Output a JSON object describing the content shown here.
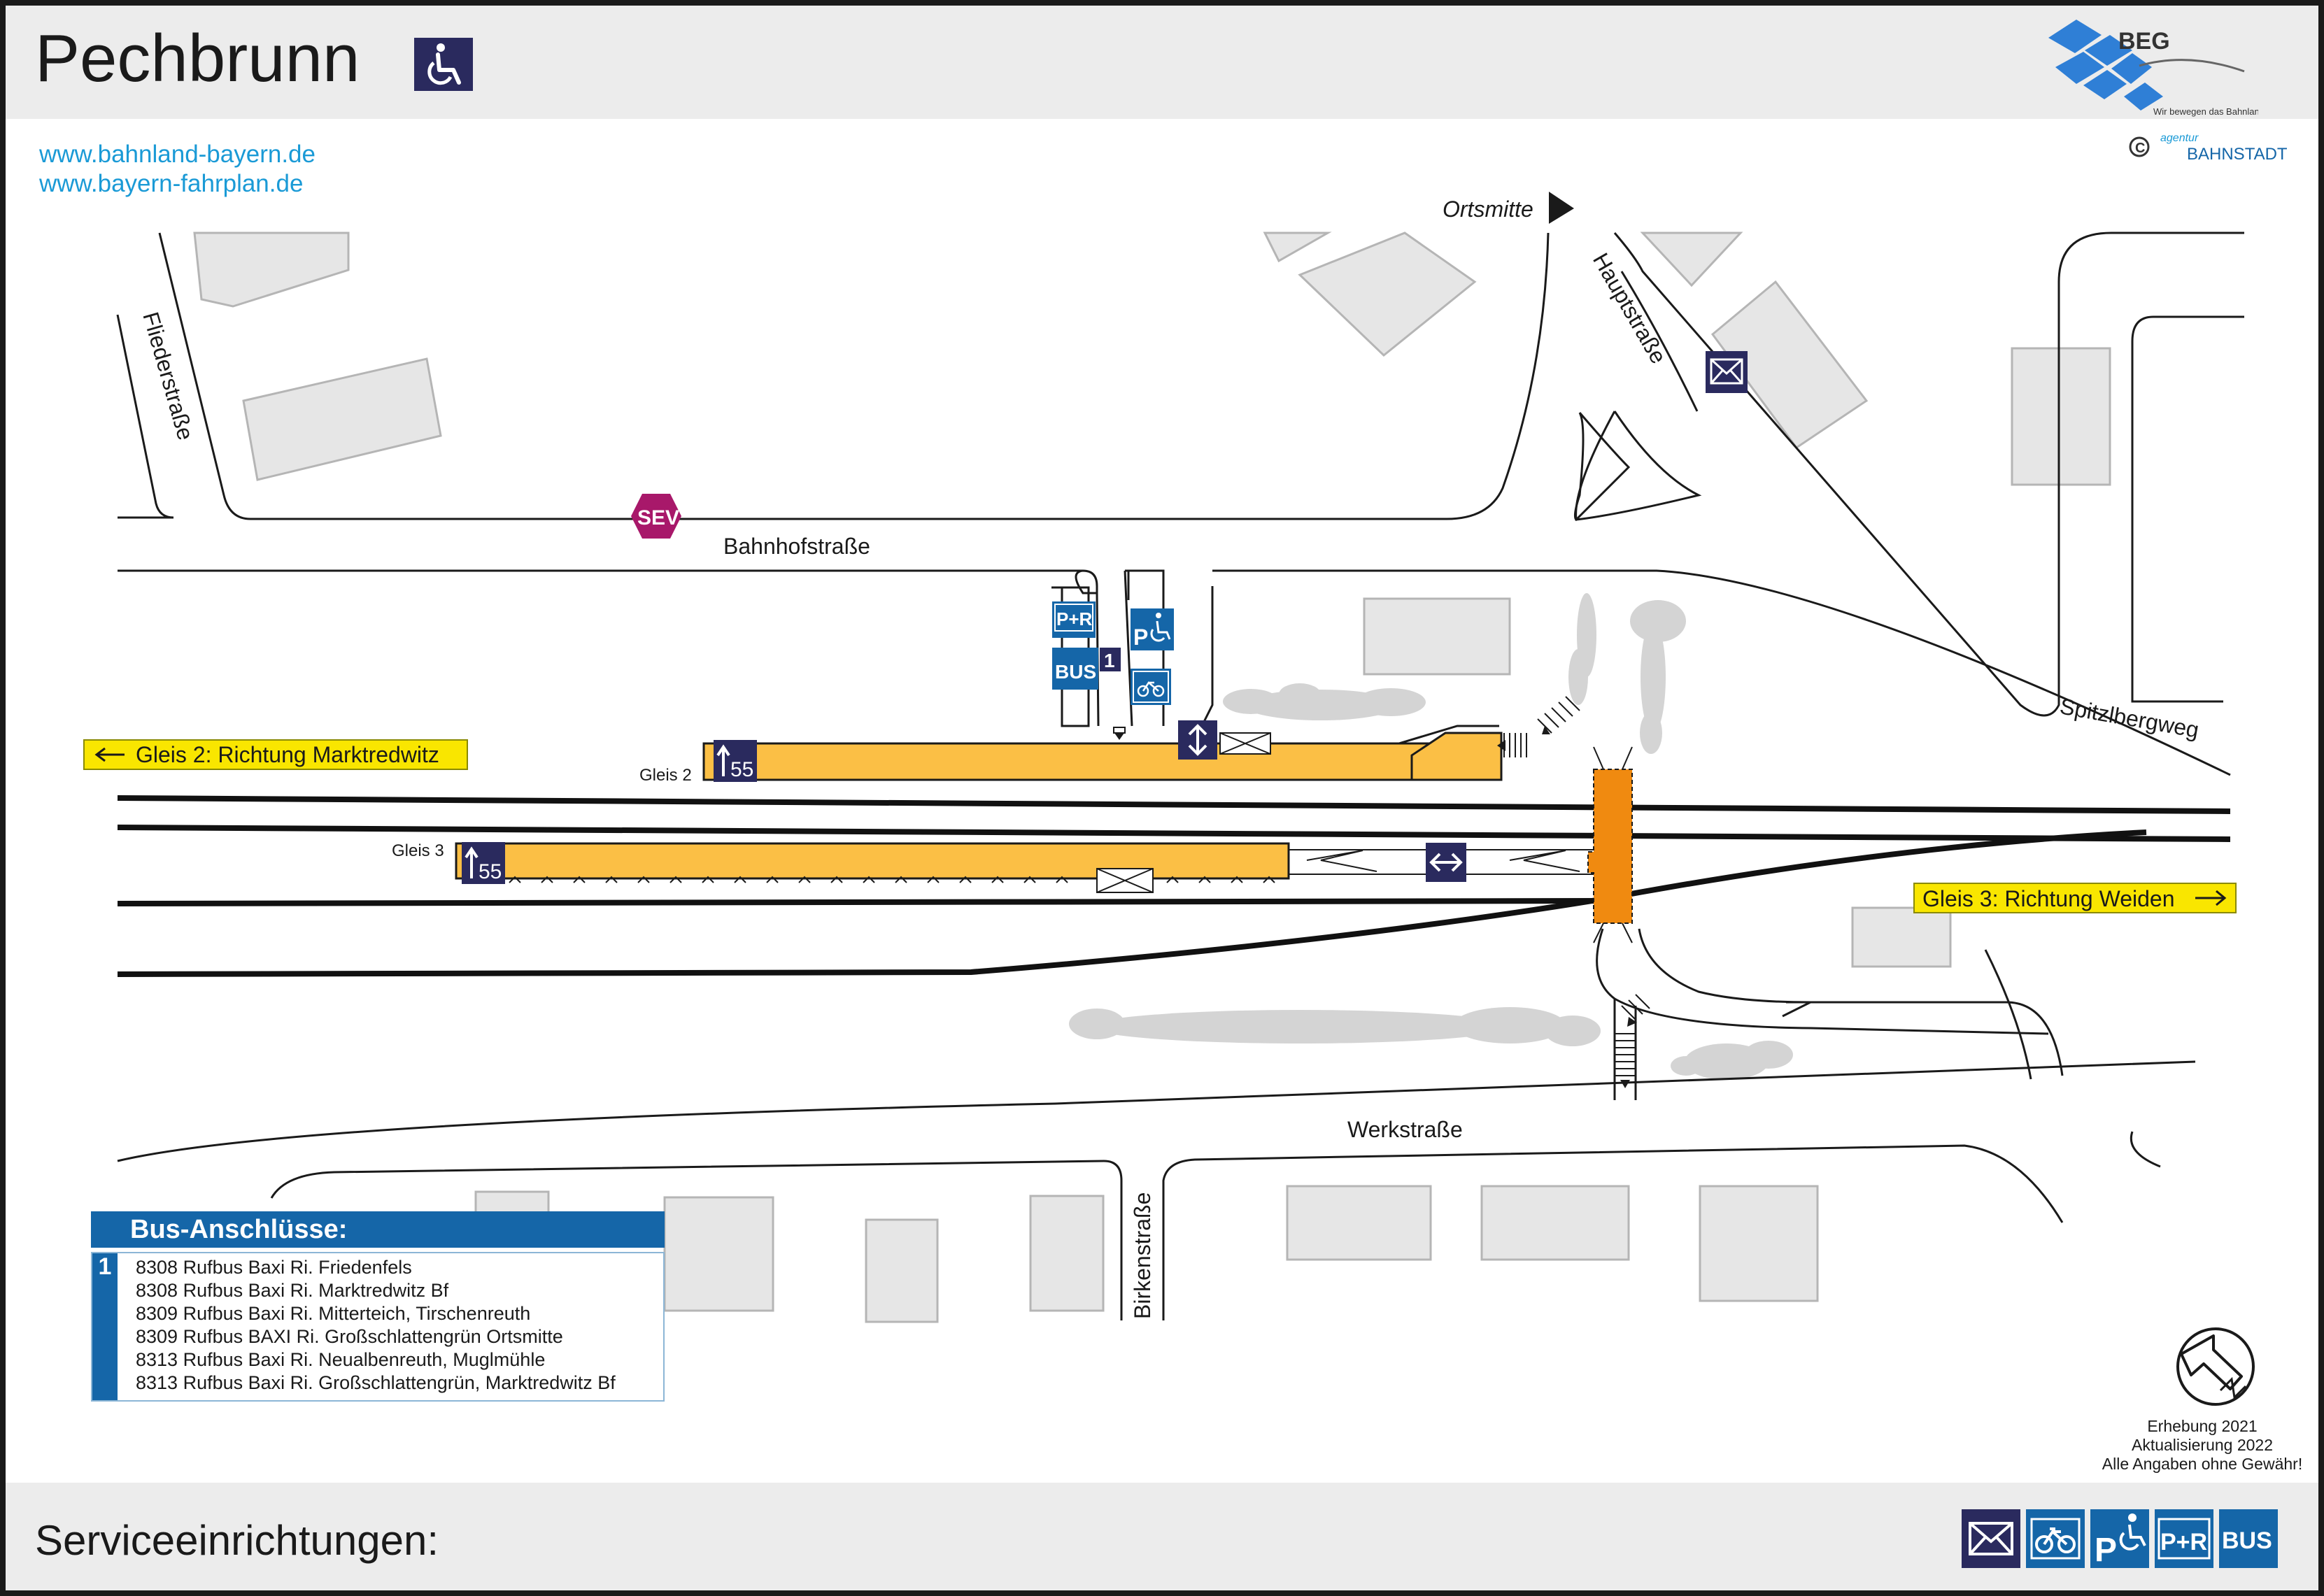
{
  "header": {
    "title": "Pechbrunn",
    "links": [
      "www.bahnland-bayern.de",
      "www.bayern-fahrplan.de"
    ],
    "logo_text": "BEG",
    "logo_tagline": "Wir bewegen das Bahnland Bayern",
    "copyright_small": "agentur",
    "copyright_text": "BAHNSTADT"
  },
  "map": {
    "streets": {
      "fliederstrasse": "Fliederstraße",
      "hauptstrasse": "Hauptstraße",
      "bahnhofstrasse": "Bahnhofstraße",
      "spitzlbergweg": "Spitzlbergweg",
      "werkstrasse": "Werkstraße",
      "birkenstrasse": "Birkenstraße"
    },
    "ortsmitte": "Ortsmitte",
    "sev": "SEV",
    "direction_left": "Gleis 2: Richtung Marktredwitz",
    "direction_right": "Gleis 3: Richtung Weiden",
    "platform_2_label": "Gleis 2",
    "platform_3_label": "Gleis 3",
    "platform_height": "55",
    "pr_label": "P+R",
    "bus_label": "BUS",
    "bus_stop_number": "1",
    "parking_label": "P"
  },
  "bus_connections": {
    "title": "Bus-Anschlüsse:",
    "stop_number": "1",
    "lines": [
      "8308 Rufbus Baxi Ri. Friedenfels",
      "8308 Rufbus Baxi Ri. Marktredwitz Bf",
      "8309 Rufbus Baxi Ri. Mitterteich, Tirschenreuth",
      "8309 Rufbus BAXI Ri. Großschlattengrün Ortsmitte",
      "8313 Rufbus Baxi Ri. Neualbenreuth, Muglmühle",
      "8313 Rufbus Baxi Ri. Großschlattengrün, Marktredwitz Bf"
    ]
  },
  "survey": {
    "line1": "Erhebung 2021",
    "line2": "Aktualisierung 2022",
    "line3": "Alle Angaben ohne Gewähr!"
  },
  "footer": {
    "label": "Serviceeinrichtungen:",
    "icons": [
      "mail-icon",
      "bicycle-parking-icon",
      "disabled-parking-icon",
      "park-and-ride-icon",
      "bus-icon"
    ],
    "pr_label": "P+R",
    "bus_label": "BUS",
    "parking_label": "P"
  },
  "colors": {
    "platform": "#fbbf45",
    "stairs_crossing": "#f08a10",
    "icon_navy": "#2a2a5e",
    "icon_blue": "#1566a8",
    "direction_yellow": "#f9e600",
    "sev_magenta": "#a8186a",
    "link_blue": "#1a9ad6",
    "building_gray": "#e6e6e6"
  }
}
